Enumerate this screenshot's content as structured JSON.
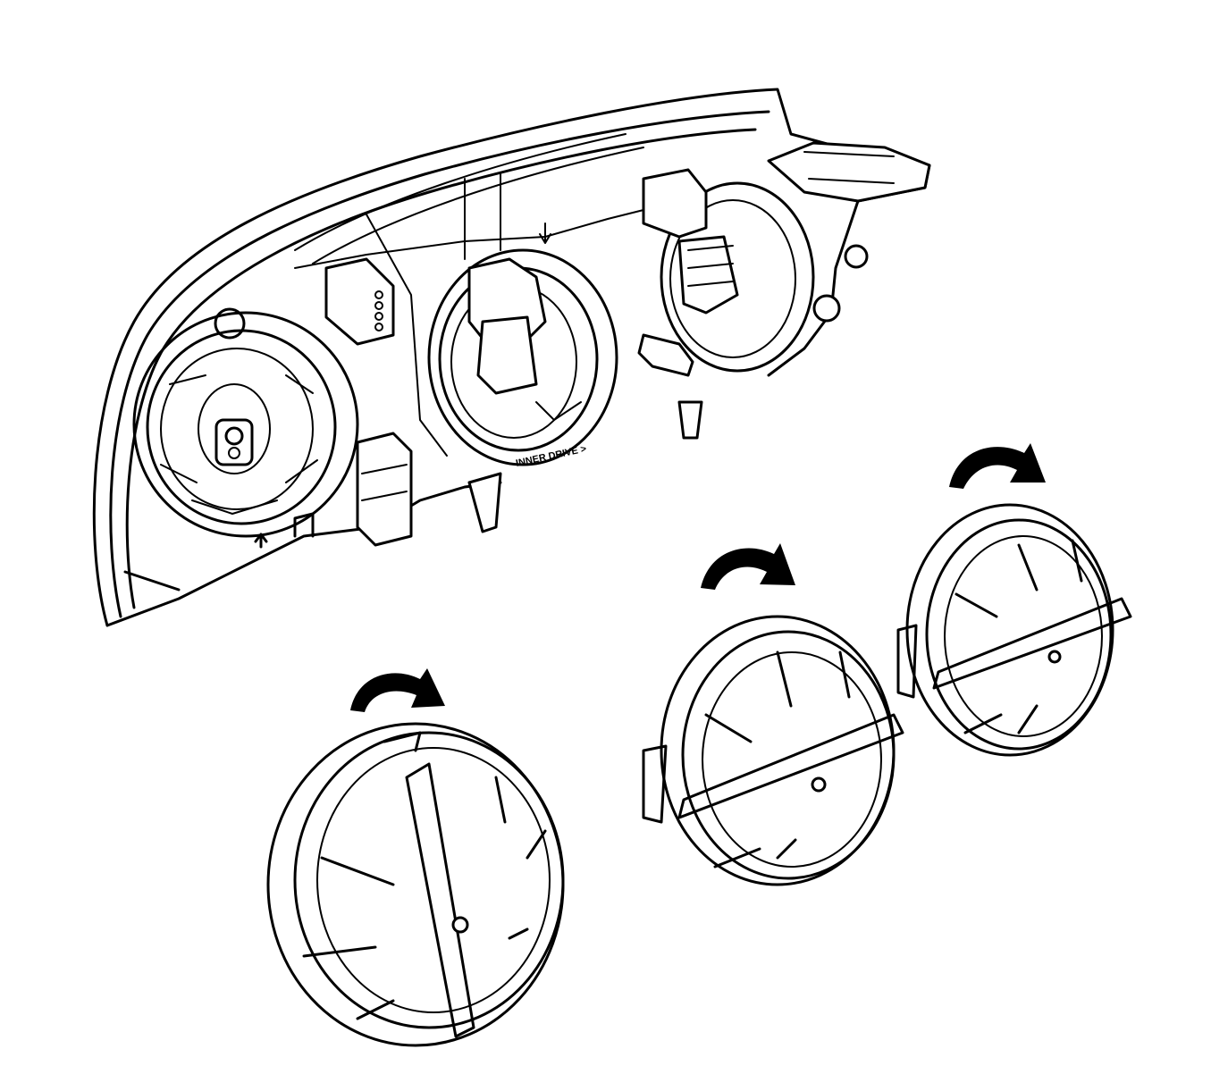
{
  "figure": {
    "housing_marking": "INNER DRIVE >",
    "components": [
      {
        "name": "headlamp-housing"
      },
      {
        "name": "left-bulb-cover",
        "rotation": "clockwise"
      },
      {
        "name": "center-bulb-cover",
        "rotation": "clockwise"
      },
      {
        "name": "right-bulb-cover",
        "rotation": "clockwise"
      }
    ],
    "colors": {
      "line": "#000000",
      "background": "#ffffff"
    }
  }
}
